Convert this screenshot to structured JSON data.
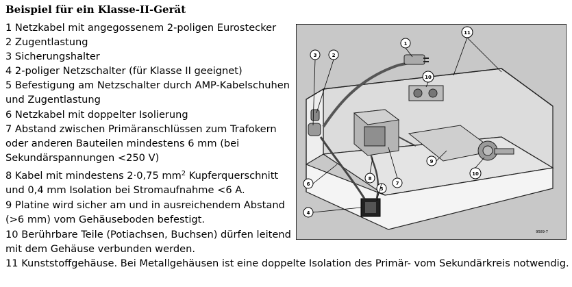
{
  "title": "Beispiel für ein Klasse-II-Gerät",
  "lines": [
    "1 Netzkabel mit angegossenem 2-poligen Eurostecker",
    "2 Zugentlastung",
    "3 Sicherungshalter",
    "4 2-poliger Netzschalter (für Klasse II geeignet)",
    "5 Befestigung am Netzschalter durch AMP-Kabelschuhen",
    "und Zugentlastung",
    "6 Netzkabel mit doppelter Isolierung",
    "7 Abstand zwischen Primäranschlüssen zum Trafokern",
    "oder anderen Bauteilen mindestens 6 mm (bei",
    "Sekundärspannungen <250 V)"
  ],
  "line8": {
    "before": "8 Kabel mit mindestens 2·0,75 mm",
    "sup": "2",
    "after": " Kupferquerschnitt"
  },
  "lines_after": [
    "und 0,4 mm Isolation bei Stromaufnahme <6 A.",
    "9 Platine wird sicher am und in ausreichendem Abstand",
    "(>6 mm) vom Gehäuseboden befestigt.",
    "10 Berührbare Teile (Potiachsen, Buchsen) dürfen leitend",
    "mit dem Gehäuse verbunden werden.",
    "11 Kunststoffgehäuse. Bei Metallgehäusen ist eine doppelte Isolation des Primär- vom Sekundärkreis notwendig."
  ],
  "diagram": {
    "callouts": [
      "1",
      "2",
      "3",
      "4",
      "5",
      "6",
      "7",
      "8",
      "9",
      "10",
      "11"
    ],
    "code": "9589-7"
  }
}
